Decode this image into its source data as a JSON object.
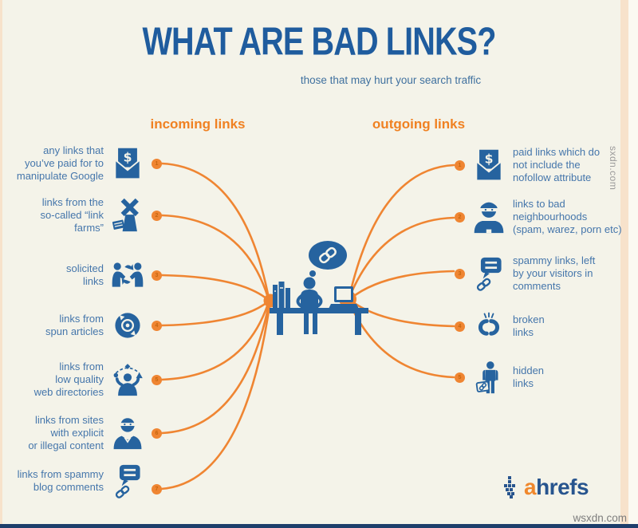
{
  "title": "WHAT ARE BAD LINKS?",
  "subtitle": "those that may hurt your search traffic",
  "colors": {
    "background": "#f4f3e9",
    "icon_blue": "#26639f",
    "title_blue": "#1f5c9e",
    "text_blue": "#4576ab",
    "orange": "#ef8532",
    "header_orange": "#f08122",
    "bottom_bar_navy": "#1d3e6b",
    "edge_peach": "#f7e2cb",
    "logo_orange": "#f0882d",
    "logo_navy": "#27548e",
    "watermark_gray": "#9a9a9a"
  },
  "incoming": {
    "header": "incoming links",
    "items": [
      {
        "num": "1",
        "label": "any links that\nyou’ve paid for to\nmanipulate Google",
        "icon": "money-envelope-icon"
      },
      {
        "num": "2",
        "label": "links from the\nso-called “link\nfarms”",
        "icon": "windmill-icon"
      },
      {
        "num": "3",
        "label": "solicited\nlinks",
        "icon": "people-exchange-icon"
      },
      {
        "num": "4",
        "label": "links from\nspun articles",
        "icon": "spinning-disc-icon"
      },
      {
        "num": "5",
        "label": "links from\nlow quality\nweb directories",
        "icon": "juggler-icon"
      },
      {
        "num": "6",
        "label": "links from sites\nwith explicit\nor illegal content",
        "icon": "masked-person-icon"
      },
      {
        "num": "7",
        "label": "links from spammy\nblog comments",
        "icon": "comment-link-icon"
      }
    ]
  },
  "outgoing": {
    "header": "outgoing links",
    "items": [
      {
        "num": "1",
        "label": "paid links which do\nnot include the\nnofollow attribute",
        "icon": "money-envelope-icon"
      },
      {
        "num": "2",
        "label": "links to bad\nneighbourhoods\n(spam, warez, porn etc)",
        "icon": "burglar-icon"
      },
      {
        "num": "3",
        "label": "spammy links, left\nby your visitors in\ncomments",
        "icon": "comment-chain-icon"
      },
      {
        "num": "4",
        "label": "broken\nlinks",
        "icon": "broken-chain-icon"
      },
      {
        "num": "5",
        "label": "hidden\nlinks",
        "icon": "hidden-person-icon"
      }
    ]
  },
  "center_figure": {
    "icon": "person-at-desk-thinking-of-links-icon"
  },
  "logo": {
    "icon": "pixel-hand-icon",
    "a": "a",
    "rest": "hrefs"
  },
  "watermarks": {
    "side": "sxdn.com",
    "bottom": "wsxdn.com"
  }
}
